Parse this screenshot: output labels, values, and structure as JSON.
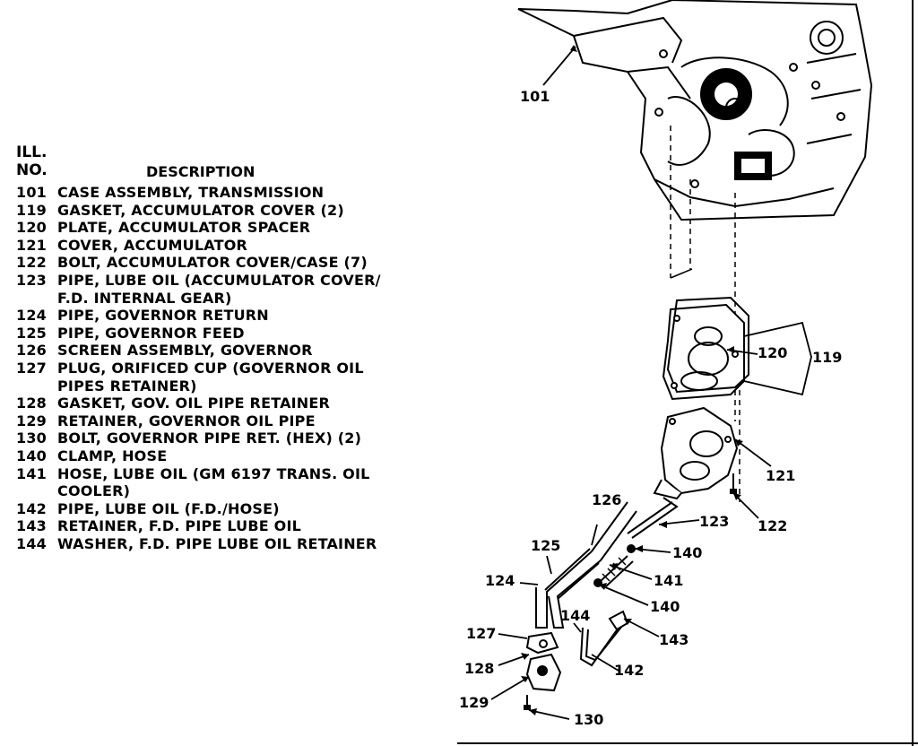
{
  "legend": {
    "header_ill": "ILL.",
    "header_no": "NO.",
    "header_desc": "DESCRIPTION",
    "items": [
      {
        "no": "101",
        "desc": "CASE ASSEMBLY, TRANSMISSION"
      },
      {
        "no": "119",
        "desc": "GASKET, ACCUMULATOR COVER (2)"
      },
      {
        "no": "120",
        "desc": "PLATE, ACCUMULATOR SPACER"
      },
      {
        "no": "121",
        "desc": "COVER, ACCUMULATOR"
      },
      {
        "no": "122",
        "desc": "BOLT, ACCUMULATOR COVER/CASE (7)"
      },
      {
        "no": "123",
        "desc": "PIPE, LUBE OIL (ACCUMULATOR COVER/\nF.D. INTERNAL GEAR)"
      },
      {
        "no": "124",
        "desc": "PIPE, GOVERNOR RETURN"
      },
      {
        "no": "125",
        "desc": "PIPE, GOVERNOR FEED"
      },
      {
        "no": "126",
        "desc": "SCREEN ASSEMBLY, GOVERNOR"
      },
      {
        "no": "127",
        "desc": "PLUG, ORIFICED CUP (GOVERNOR OIL\nPIPES RETAINER)"
      },
      {
        "no": "128",
        "desc": "GASKET, GOV. OIL PIPE RETAINER"
      },
      {
        "no": "129",
        "desc": "RETAINER, GOVERNOR OIL PIPE"
      },
      {
        "no": "130",
        "desc": "BOLT, GOVERNOR PIPE RET. (HEX) (2)"
      },
      {
        "no": "140",
        "desc": "CLAMP, HOSE"
      },
      {
        "no": "141",
        "desc": "HOSE, LUBE OIL (GM 6197 TRANS. OIL\nCOOLER)"
      },
      {
        "no": "142",
        "desc": "PIPE, LUBE OIL (F.D./HOSE)"
      },
      {
        "no": "143",
        "desc": "RETAINER, F.D. PIPE LUBE OIL"
      },
      {
        "no": "144",
        "desc": "WASHER, F.D. PIPE LUBE OIL RETAINER"
      }
    ]
  },
  "callouts": {
    "c101": "101",
    "c120": "120",
    "c119": "119",
    "c121": "121",
    "c122": "122",
    "c126": "126",
    "c123": "123",
    "c125": "125",
    "c140a": "140",
    "c124": "124",
    "c141": "141",
    "c140b": "140",
    "c144": "144",
    "c143": "143",
    "c127": "127",
    "c128": "128",
    "c142": "142",
    "c129": "129",
    "c130": "130"
  }
}
